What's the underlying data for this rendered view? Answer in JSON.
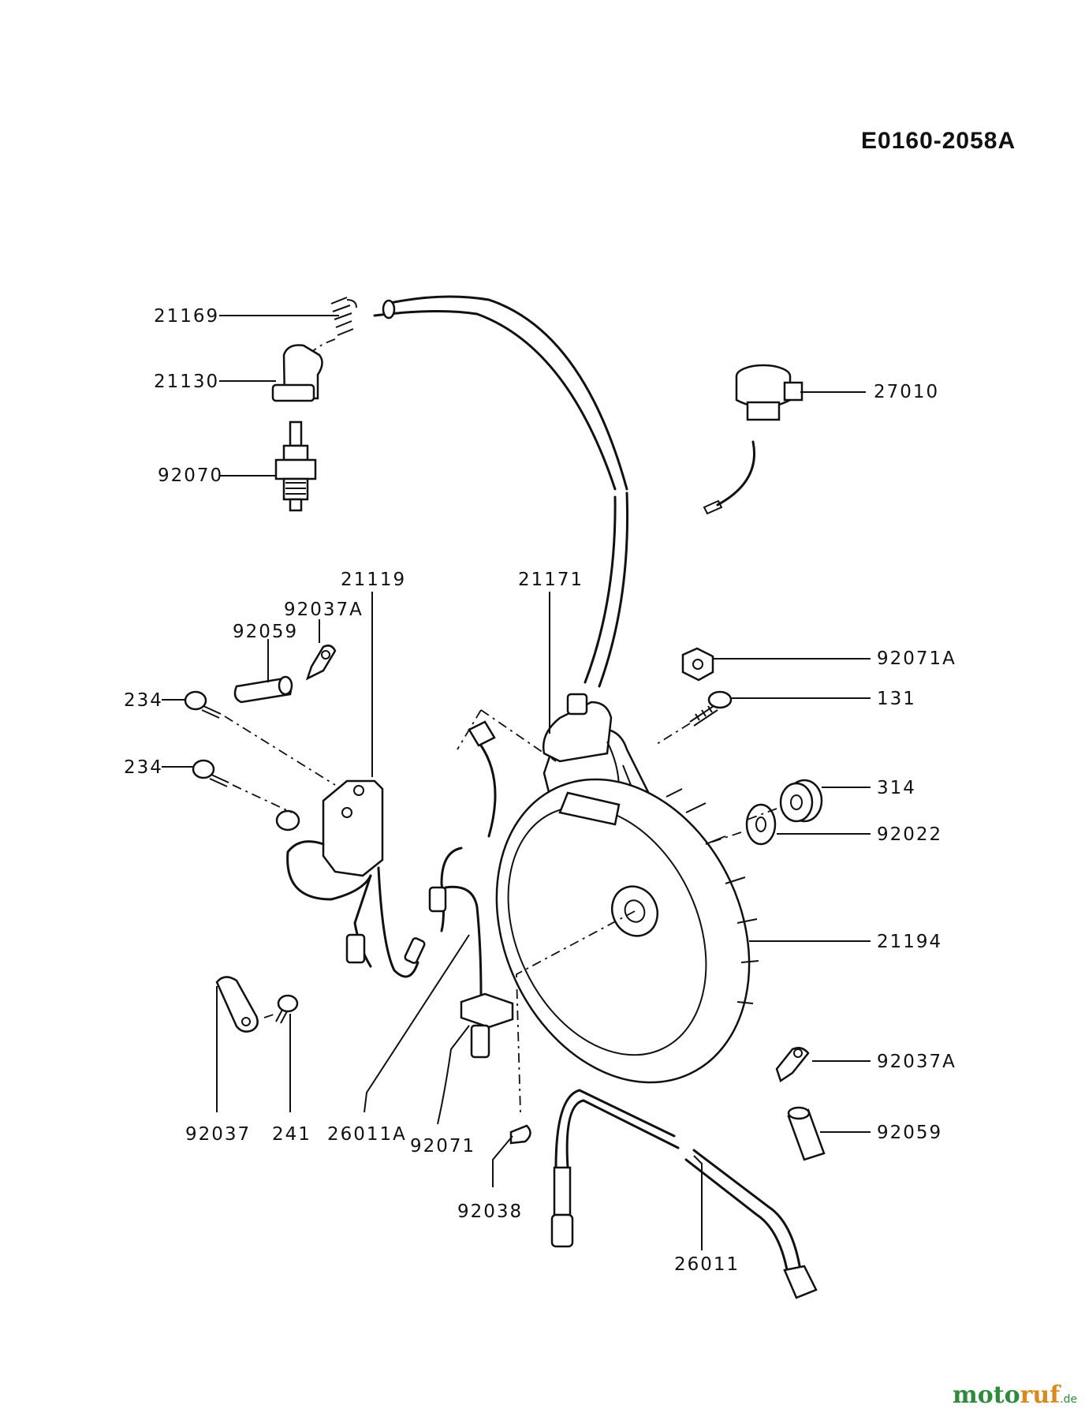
{
  "diagram_code": "E0160-2058A",
  "labels": {
    "p21169": "21169",
    "p21130": "21130",
    "p92070": "92070",
    "p27010": "27010",
    "p21119": "21119",
    "p92037A_top": "92037A",
    "p92059_left": "92059",
    "p234_upper": "234",
    "p234_lower": "234",
    "p21171": "21171",
    "p92071A": "92071A",
    "p131": "131",
    "p314": "314",
    "p92022": "92022",
    "p21194": "21194",
    "p92037A_right": "92037A",
    "p92059_right": "92059",
    "p92037": "92037",
    "p241": "241",
    "p26011A": "26011A",
    "p92071": "92071",
    "p92038": "92038",
    "p26011": "26011"
  },
  "watermark": {
    "part1": "moto",
    "part2": "ruf",
    "suffix": ".de"
  },
  "icons": {
    "parts": "exploded-view ignition system parts"
  }
}
